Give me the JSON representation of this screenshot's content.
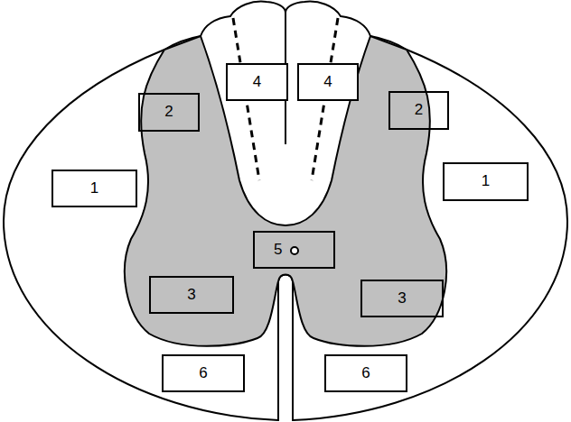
{
  "diagram": {
    "nodes": [
      {
        "text": [
          "4"
        ]
      },
      {
        "text": [
          "4"
        ]
      },
      {
        "text": [
          "2"
        ]
      },
      {
        "text": [
          "2"
        ]
      },
      {
        "text": [
          "1"
        ]
      },
      {
        "text": [
          "1"
        ]
      },
      {
        "text": [
          "5"
        ]
      },
      {
        "text": [
          "3"
        ]
      },
      {
        "text": [
          "3"
        ]
      },
      {
        "text": [
          "6"
        ]
      },
      {
        "text": [
          "6"
        ]
      }
    ]
  }
}
